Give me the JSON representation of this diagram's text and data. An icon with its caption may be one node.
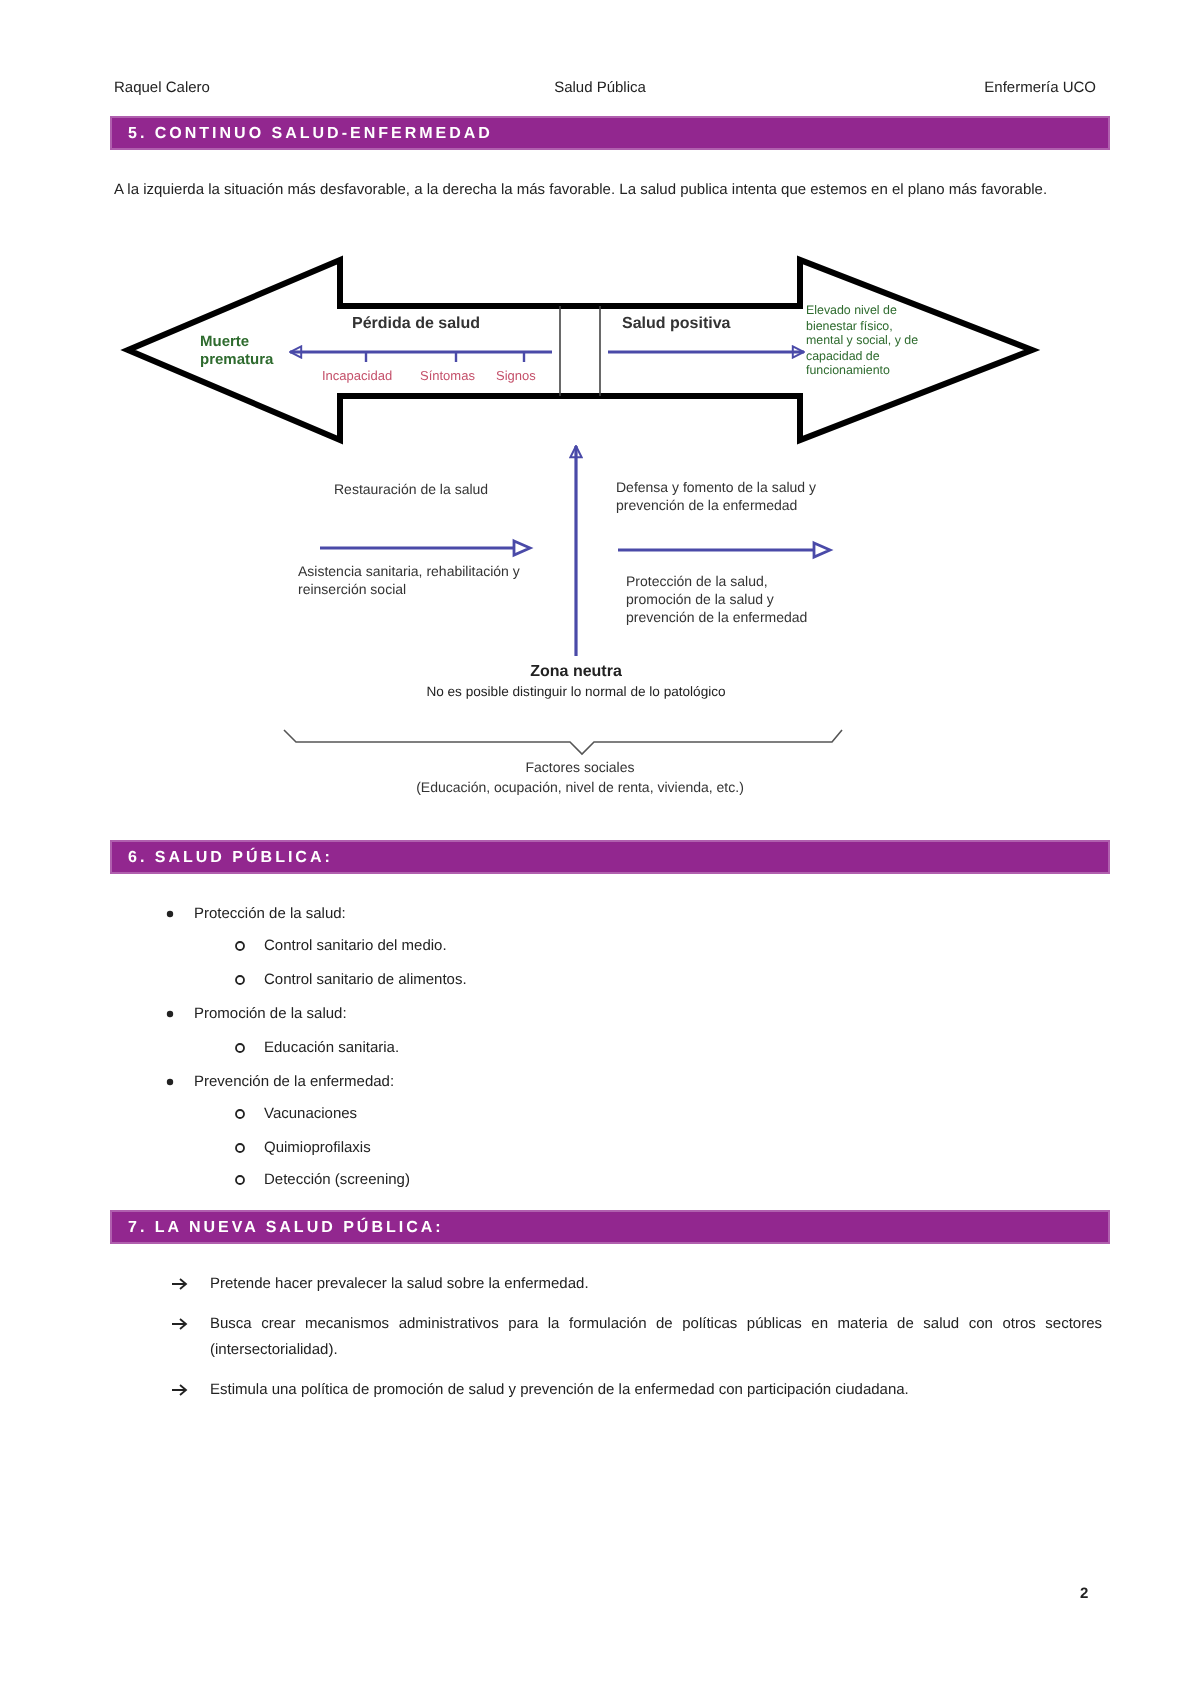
{
  "diagram": {
    "nodes": [
      {
        "text": [],
        "shape": "arrow"
      },
      {
        "text": [
          "Muerte prematura"
        ],
        "in": 0
      },
      {
        "text": [
          "Elevado nivel de bienestar físico, mental y social, y de capacidad de funcionamiento"
        ],
        "in": 0
      },
      {
        "text": [
          "Zona neutra",
          "No es posible distinguir lo normal de lo patológico"
        ]
      }
    ],
    "edges": [
      {
        "from": null,
        "to": 1,
        "arrow": "to"
      },
      {
        "from": null,
        "to": 2,
        "arrow": "to"
      },
      {
        "from": 3,
        "to": 0,
        "arrow": "to"
      }
    ],
    "labels": [
      "Raquel Calero",
      "Salud Pública",
      "Enfermería UCO",
      "5. CONTINUO SALUD-ENFERMEDAD",
      "A la izquierda la situación más desfavorable, a la derecha la más favorable. La salud publica intenta que estemos en el plano más favorable.",
      "Pérdida de salud",
      "Incapacidad",
      "Síntomas",
      "Signos",
      "Salud positiva",
      "Restauración de la salud",
      "Asistencia sanitaria, rehabilitación y reinserción social",
      "Defensa y fomento de la salud y prevención de la enfermedad",
      "Protección de la salud, promoción de la salud y prevención de la enfermedad",
      "Factores sociales",
      "(Educación, ocupación, nivel de renta, vivienda, etc.)",
      "6. SALUD PÚBLICA:",
      "Protección de la salud:",
      "Control sanitario del medio.",
      "Control sanitario de alimentos.",
      "Promoción de la salud:",
      "Educación sanitaria.",
      "Prevención de la enfermedad:",
      "Vacunaciones",
      "Quimioprofilaxis",
      "Detección (screening)",
      "7. LA NUEVA SALUD PÚBLICA:",
      "Pretende hacer prevalecer la salud sobre la enfermedad.",
      "Busca crear mecanismos administrativos para la formulación de políticas públicas en materia de salud con otros sectores (intersectorialidad).",
      "Estimula una política de promoción de salud y prevención de la enfermedad con participación ciudadana.",
      "2"
    ]
  }
}
